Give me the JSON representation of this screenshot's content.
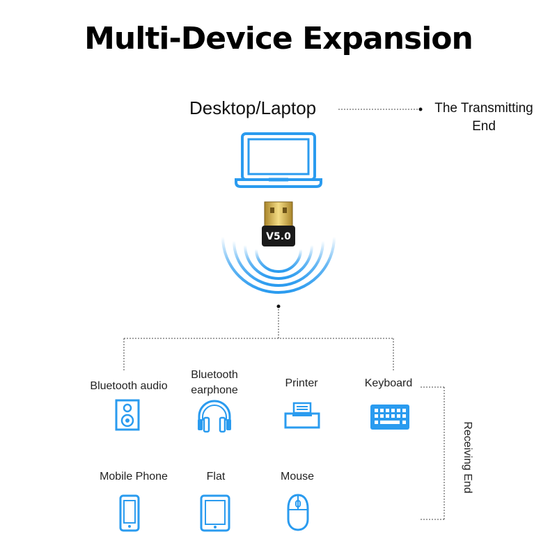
{
  "title": "Multi-Device Expansion",
  "source": {
    "label": "Desktop/Laptop",
    "role": "The Transmitting End",
    "adapter_version": "V5.0"
  },
  "receiving_label": "Receiving End",
  "accent_color": "#2a9bef",
  "devices": [
    {
      "label": "Bluetooth audio",
      "icon": "speaker-icon"
    },
    {
      "label": "Bluetooth earphone",
      "icon": "headphones-icon"
    },
    {
      "label": "Printer",
      "icon": "printer-icon"
    },
    {
      "label": "Keyboard",
      "icon": "keyboard-icon"
    },
    {
      "label": "Mobile Phone",
      "icon": "mobile-phone-icon"
    },
    {
      "label": "Flat",
      "icon": "tablet-icon"
    },
    {
      "label": "Mouse",
      "icon": "mouse-icon"
    }
  ]
}
